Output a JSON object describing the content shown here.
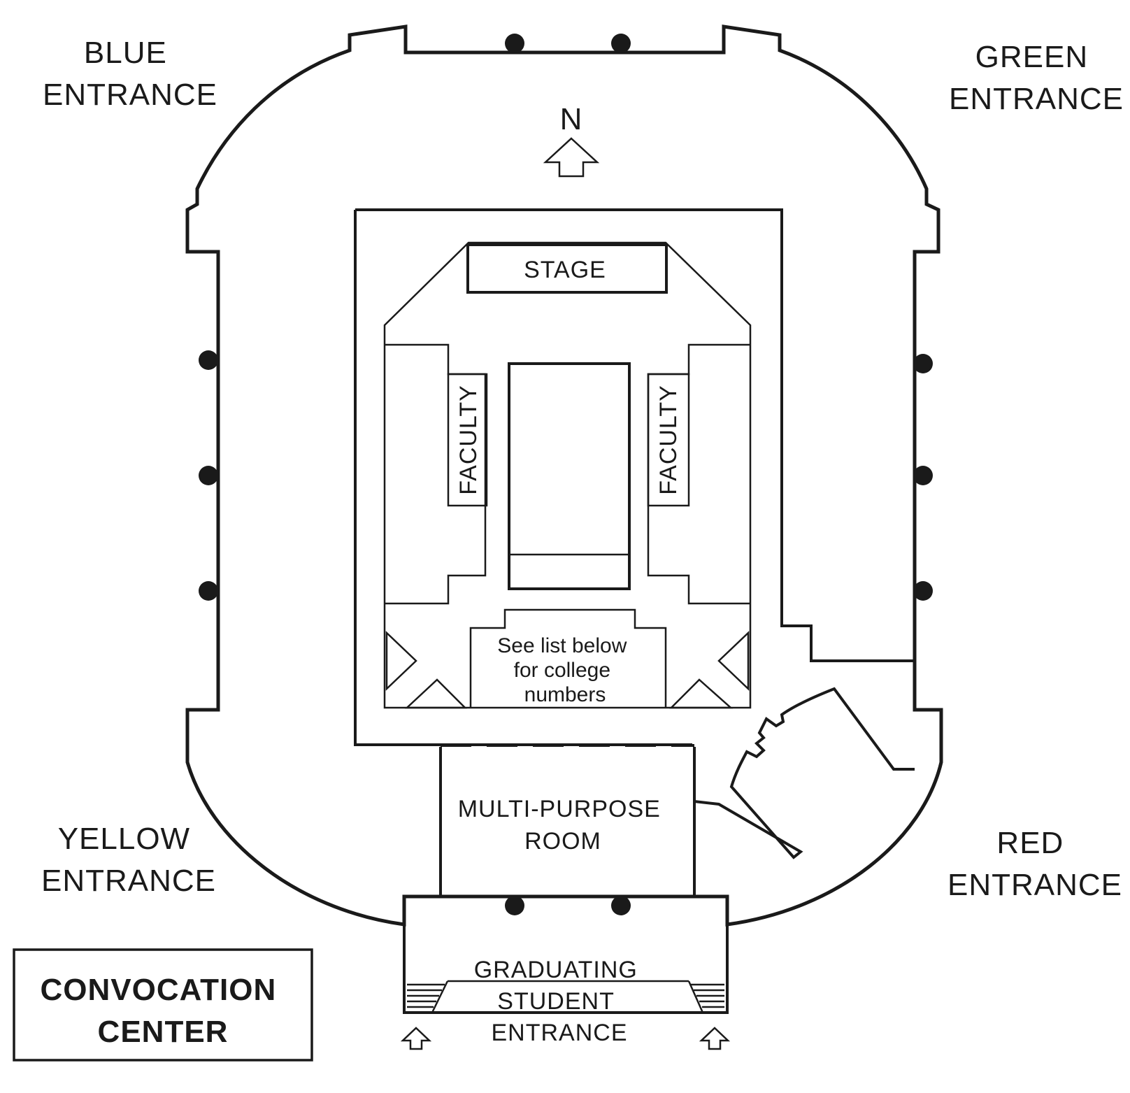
{
  "map": {
    "title_line1": "CONVOCATION",
    "title_line2": "CENTER",
    "north_label": "N",
    "entrances": {
      "blue": [
        "BLUE",
        "ENTRANCE"
      ],
      "green": [
        "GREEN",
        "ENTRANCE"
      ],
      "yellow": [
        "YELLOW",
        "ENTRANCE"
      ],
      "red": [
        "RED",
        "ENTRANCE"
      ],
      "graduating": [
        "GRADUATING",
        "STUDENT",
        "ENTRANCE"
      ]
    },
    "rooms": {
      "stage": "STAGE",
      "faculty_left": "FACULTY",
      "faculty_right": "FACULTY",
      "college_note": [
        "See list below",
        "for college",
        "numbers"
      ],
      "multipurpose": [
        "MULTI-PURPOSE",
        "ROOM"
      ]
    }
  }
}
